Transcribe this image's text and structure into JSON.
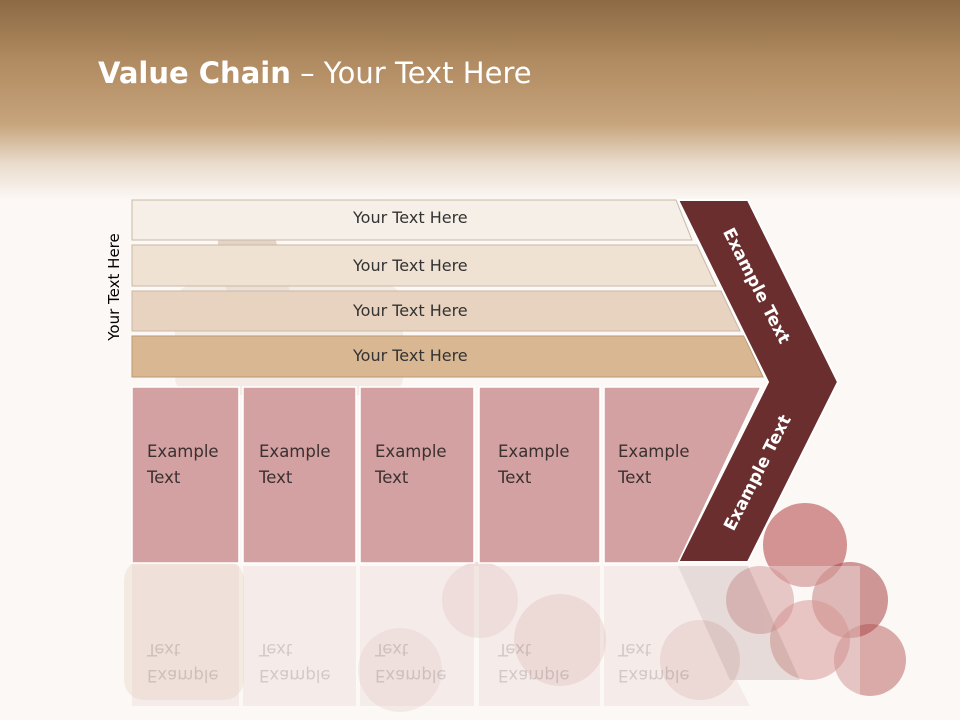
{
  "title": {
    "bold": "Value Chain",
    "rest": " – Your Text Here"
  },
  "side_label": "Your Text Here",
  "bands": [
    {
      "label": "Your Text Here",
      "color": "#f6efe7"
    },
    {
      "label": "Your Text Here",
      "color": "#efe2d3"
    },
    {
      "label": "Your Text Here",
      "color": "#e7d3bf"
    },
    {
      "label": "Your Text Here",
      "color": "#d9b792"
    }
  ],
  "boxes": [
    {
      "line1": "Example",
      "line2": "Text"
    },
    {
      "line1": "Example",
      "line2": "Text"
    },
    {
      "line1": "Example",
      "line2": "Text"
    },
    {
      "line1": "Example",
      "line2": "Text"
    },
    {
      "line1": "Example",
      "line2": "Text"
    }
  ],
  "chevron": {
    "upper": "Example Text",
    "lower": "Example Text",
    "color": "#6b2e2e"
  },
  "colors": {
    "box": "#d3a1a1",
    "box_border": "#ffffff"
  }
}
